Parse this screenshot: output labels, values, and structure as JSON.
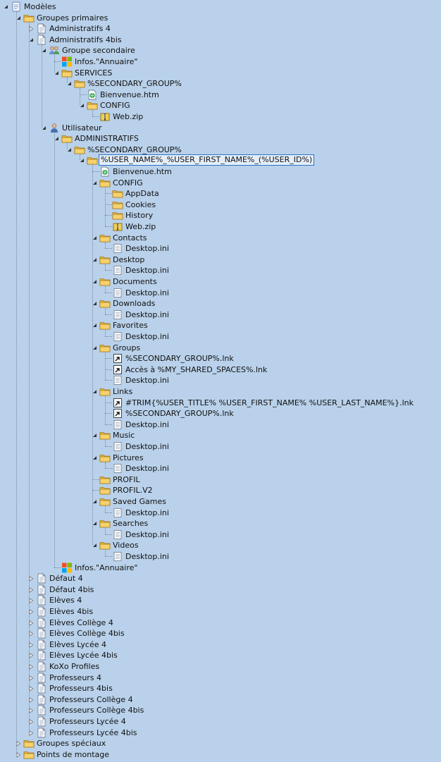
{
  "tree": [
    {
      "d": 0,
      "label": "Modèles",
      "icon": "template-icon",
      "state": "expanded"
    },
    {
      "d": 1,
      "label": "Groupes primaires",
      "icon": "folder-icon",
      "state": "expanded"
    },
    {
      "d": 2,
      "label": "Administratifs 4",
      "icon": "document-icon",
      "state": "collapsed"
    },
    {
      "d": 2,
      "label": "Administratifs 4bis",
      "icon": "document-icon",
      "state": "expanded"
    },
    {
      "d": 3,
      "label": "Groupe secondaire",
      "icon": "group-users-icon",
      "state": "expanded"
    },
    {
      "d": 4,
      "label": "Infos.\"Annuaire\"",
      "icon": "windows-logo-icon",
      "state": "leaf"
    },
    {
      "d": 4,
      "label": "SERVICES",
      "icon": "folder-icon",
      "state": "expanded"
    },
    {
      "d": 5,
      "label": "%SECONDARY_GROUP%",
      "icon": "folder-icon",
      "state": "expanded"
    },
    {
      "d": 6,
      "label": "Bienvenue.htm",
      "icon": "html-file-icon",
      "state": "leaf"
    },
    {
      "d": 6,
      "label": "CONFIG",
      "icon": "folder-icon",
      "state": "expanded"
    },
    {
      "d": 7,
      "label": "Web.zip",
      "icon": "zip-file-icon",
      "state": "leaf"
    },
    {
      "d": 3,
      "label": "Utilisateur",
      "icon": "user-icon",
      "state": "expanded"
    },
    {
      "d": 4,
      "label": "ADMINISTRATIFS",
      "icon": "folder-icon",
      "state": "expanded"
    },
    {
      "d": 5,
      "label": "%SECONDARY_GROUP%",
      "icon": "folder-icon",
      "state": "expanded"
    },
    {
      "d": 6,
      "label": "%USER_NAME%_%USER_FIRST_NAME%_(%USER_ID%)",
      "icon": "folder-icon",
      "state": "expanded",
      "selected": true
    },
    {
      "d": 7,
      "label": "Bienvenue.htm",
      "icon": "html-file-icon",
      "state": "leaf"
    },
    {
      "d": 7,
      "label": "CONFIG",
      "icon": "folder-icon",
      "state": "expanded"
    },
    {
      "d": 8,
      "label": "AppData",
      "icon": "folder-icon",
      "state": "leaf"
    },
    {
      "d": 8,
      "label": "Cookies",
      "icon": "folder-icon",
      "state": "leaf"
    },
    {
      "d": 8,
      "label": "History",
      "icon": "folder-icon",
      "state": "leaf"
    },
    {
      "d": 8,
      "label": "Web.zip",
      "icon": "zip-file-icon",
      "state": "leaf"
    },
    {
      "d": 7,
      "label": "Contacts",
      "icon": "folder-icon",
      "state": "expanded"
    },
    {
      "d": 8,
      "label": "Desktop.ini",
      "icon": "ini-file-icon",
      "state": "leaf"
    },
    {
      "d": 7,
      "label": "Desktop",
      "icon": "folder-icon",
      "state": "expanded"
    },
    {
      "d": 8,
      "label": "Desktop.ini",
      "icon": "ini-file-icon",
      "state": "leaf"
    },
    {
      "d": 7,
      "label": "Documents",
      "icon": "folder-icon",
      "state": "expanded"
    },
    {
      "d": 8,
      "label": "Desktop.ini",
      "icon": "ini-file-icon",
      "state": "leaf"
    },
    {
      "d": 7,
      "label": "Downloads",
      "icon": "folder-icon",
      "state": "expanded"
    },
    {
      "d": 8,
      "label": "Desktop.ini",
      "icon": "ini-file-icon",
      "state": "leaf"
    },
    {
      "d": 7,
      "label": "Favorites",
      "icon": "folder-icon",
      "state": "expanded"
    },
    {
      "d": 8,
      "label": "Desktop.ini",
      "icon": "ini-file-icon",
      "state": "leaf"
    },
    {
      "d": 7,
      "label": "Groups",
      "icon": "folder-icon",
      "state": "expanded"
    },
    {
      "d": 8,
      "label": "%SECONDARY_GROUP%.lnk",
      "icon": "shortcut-icon",
      "state": "leaf"
    },
    {
      "d": 8,
      "label": "Accès à %MY_SHARED_SPACES%.lnk",
      "icon": "shortcut-icon",
      "state": "leaf"
    },
    {
      "d": 8,
      "label": "Desktop.ini",
      "icon": "ini-file-icon",
      "state": "leaf"
    },
    {
      "d": 7,
      "label": "Links",
      "icon": "folder-icon",
      "state": "expanded"
    },
    {
      "d": 8,
      "label": "#TRIM{%USER_TITLE% %USER_FIRST_NAME% %USER_LAST_NAME%}.lnk",
      "icon": "shortcut-icon",
      "state": "leaf"
    },
    {
      "d": 8,
      "label": "%SECONDARY_GROUP%.lnk",
      "icon": "shortcut-icon",
      "state": "leaf"
    },
    {
      "d": 8,
      "label": "Desktop.ini",
      "icon": "ini-file-icon",
      "state": "leaf"
    },
    {
      "d": 7,
      "label": "Music",
      "icon": "folder-icon",
      "state": "expanded"
    },
    {
      "d": 8,
      "label": "Desktop.ini",
      "icon": "ini-file-icon",
      "state": "leaf"
    },
    {
      "d": 7,
      "label": "Pictures",
      "icon": "folder-icon",
      "state": "expanded"
    },
    {
      "d": 8,
      "label": "Desktop.ini",
      "icon": "ini-file-icon",
      "state": "leaf"
    },
    {
      "d": 7,
      "label": "PROFIL",
      "icon": "folder-icon",
      "state": "leaf"
    },
    {
      "d": 7,
      "label": "PROFIL.V2",
      "icon": "folder-icon",
      "state": "leaf"
    },
    {
      "d": 7,
      "label": "Saved Games",
      "icon": "folder-icon",
      "state": "expanded"
    },
    {
      "d": 8,
      "label": "Desktop.ini",
      "icon": "ini-file-icon",
      "state": "leaf"
    },
    {
      "d": 7,
      "label": "Searches",
      "icon": "folder-icon",
      "state": "expanded"
    },
    {
      "d": 8,
      "label": "Desktop.ini",
      "icon": "ini-file-icon",
      "state": "leaf"
    },
    {
      "d": 7,
      "label": "Videos",
      "icon": "folder-icon",
      "state": "expanded"
    },
    {
      "d": 8,
      "label": "Desktop.ini",
      "icon": "ini-file-icon",
      "state": "leaf"
    },
    {
      "d": 4,
      "label": "Infos.\"Annuaire\"",
      "icon": "windows-logo-icon",
      "state": "leaf"
    },
    {
      "d": 2,
      "label": "Défaut 4",
      "icon": "document-icon",
      "state": "collapsed"
    },
    {
      "d": 2,
      "label": "Défaut 4bis",
      "icon": "document-icon",
      "state": "collapsed"
    },
    {
      "d": 2,
      "label": "Elèves 4",
      "icon": "document-icon",
      "state": "collapsed"
    },
    {
      "d": 2,
      "label": "Elèves 4bis",
      "icon": "document-icon",
      "state": "collapsed"
    },
    {
      "d": 2,
      "label": "Elèves Collège 4",
      "icon": "document-icon",
      "state": "collapsed"
    },
    {
      "d": 2,
      "label": "Elèves Collège 4bis",
      "icon": "document-icon",
      "state": "collapsed"
    },
    {
      "d": 2,
      "label": "Elèves Lycée 4",
      "icon": "document-icon",
      "state": "collapsed"
    },
    {
      "d": 2,
      "label": "Elèves Lycée 4bis",
      "icon": "document-icon",
      "state": "collapsed"
    },
    {
      "d": 2,
      "label": "KoXo Profiles",
      "icon": "document-icon",
      "state": "collapsed"
    },
    {
      "d": 2,
      "label": "Professeurs 4",
      "icon": "document-icon",
      "state": "collapsed"
    },
    {
      "d": 2,
      "label": "Professeurs 4bis",
      "icon": "document-icon",
      "state": "collapsed"
    },
    {
      "d": 2,
      "label": "Professeurs Collège 4",
      "icon": "document-icon",
      "state": "collapsed"
    },
    {
      "d": 2,
      "label": "Professeurs Collège 4bis",
      "icon": "document-icon",
      "state": "collapsed"
    },
    {
      "d": 2,
      "label": "Professeurs Lycée 4",
      "icon": "document-icon",
      "state": "collapsed"
    },
    {
      "d": 2,
      "label": "Professeurs Lycée 4bis",
      "icon": "document-icon",
      "state": "collapsed"
    },
    {
      "d": 1,
      "label": "Groupes spéciaux",
      "icon": "folder-icon",
      "state": "collapsed"
    },
    {
      "d": 1,
      "label": "Points de montage",
      "icon": "folder-icon",
      "state": "collapsed"
    }
  ]
}
